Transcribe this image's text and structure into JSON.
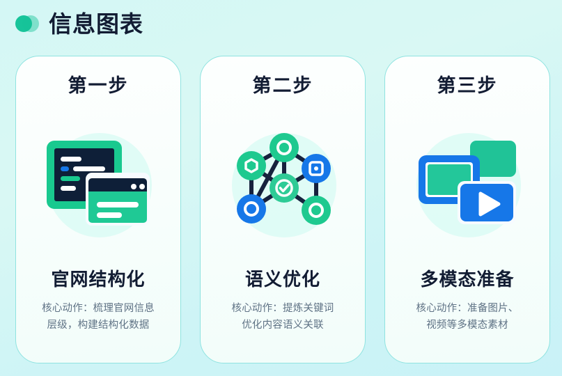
{
  "header": {
    "title": "信息图表",
    "bullet_icon": "double-circle-bullet-icon",
    "accent_color": "#17c49a"
  },
  "theme": {
    "background_start": "#d4f7f5",
    "background_end": "#c9f2f7",
    "card_background": "#fbfffd",
    "card_border": "#8fe3e0",
    "heading_color": "#121c33",
    "description_color": "#5f7285",
    "green": "#19c98f",
    "blue": "#1677e8",
    "dark": "#0e1f38"
  },
  "cards": [
    {
      "step": "第一步",
      "icon": "code-window-browser-icon",
      "title": "官网结构化",
      "desc_line1": "核心动作：梳理官网信息",
      "desc_line2": "层级，构建结构化数据"
    },
    {
      "step": "第二步",
      "icon": "network-graph-nodes-icon",
      "title": "语义优化",
      "desc_line1": "核心动作：提炼关键词",
      "desc_line2": "优化内容语义关联"
    },
    {
      "step": "第三步",
      "icon": "multimedia-video-image-icon",
      "title": "多模态准备",
      "desc_line1": "核心动作：准备图片、",
      "desc_line2": "视频等多模态素材"
    }
  ]
}
